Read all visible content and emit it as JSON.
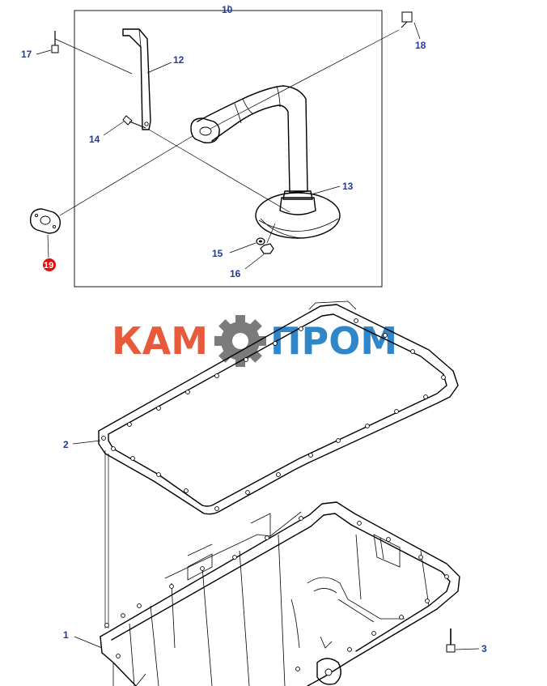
{
  "callouts": {
    "c10": "10",
    "c12": "12",
    "c13": "13",
    "c14": "14",
    "c15": "15",
    "c16": "16",
    "c17": "17",
    "c18": "18",
    "c19": "19",
    "c1": "1",
    "c2": "2",
    "c3": "3"
  },
  "logo": {
    "left": "КАМ",
    "right": "ПРОМ",
    "left_color": "#e85a3c",
    "right_color": "#2f86c8",
    "gear_color": "#7b7b7b"
  },
  "colors": {
    "callout": "#1f3c9a",
    "highlight": "#e11010"
  }
}
